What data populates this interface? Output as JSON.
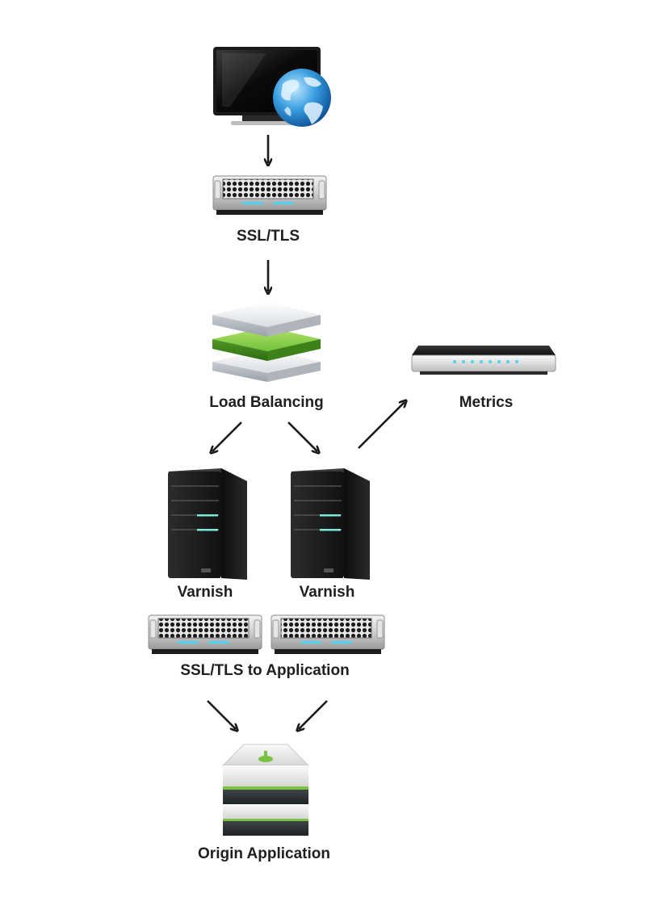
{
  "labels": {
    "ssl_tls": "SSL/TLS",
    "load_balancing": "Load Balancing",
    "metrics": "Metrics",
    "varnish_left": "Varnish",
    "varnish_right": "Varnish",
    "ssl_tls_to_application": "SSL/TLS to Application",
    "origin_application": "Origin Application"
  },
  "icons": {
    "client": "monitor-globe-icon",
    "ssl": "ssl-appliance-icon",
    "load_balancer": "load-balancer-stack-icon",
    "metrics": "metrics-router-icon",
    "varnish": "server-tower-icon",
    "origin": "origin-application-icon"
  },
  "colors": {
    "accent_green": "#7cc242",
    "led_blue": "#4fd2f0",
    "arrow": "#1a1a1a"
  }
}
